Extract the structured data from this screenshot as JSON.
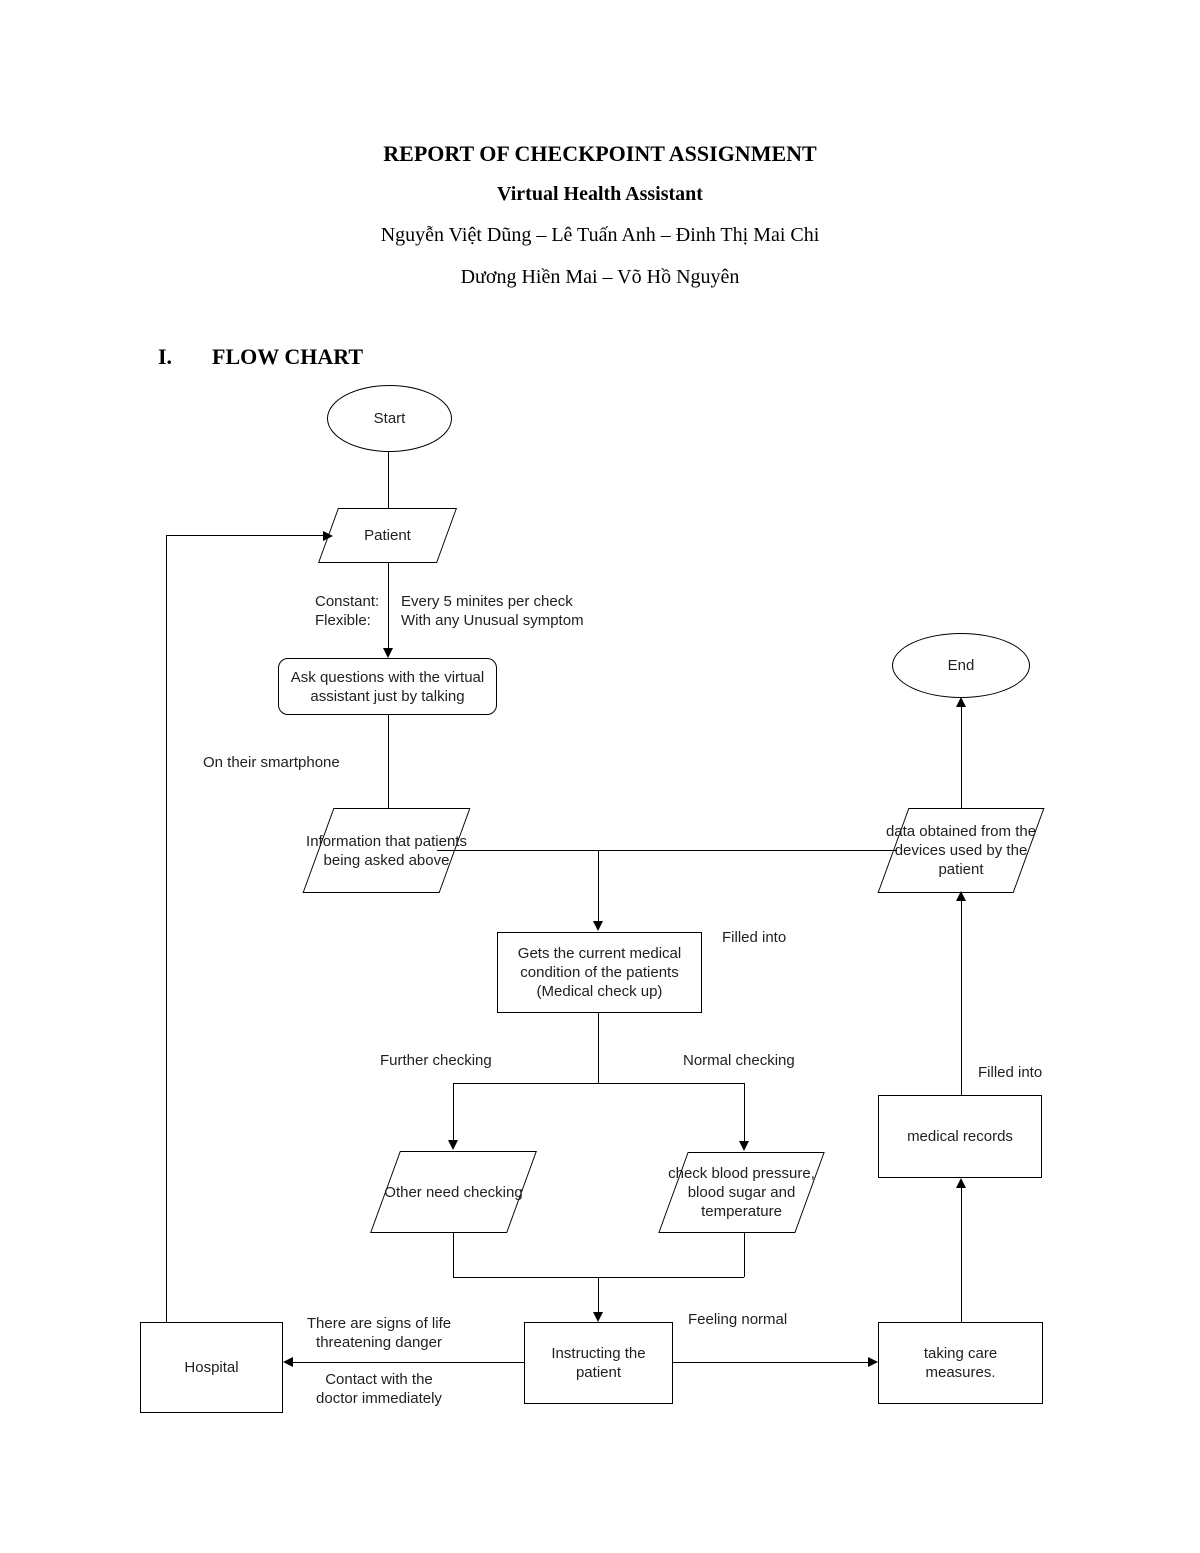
{
  "page": {
    "title": "REPORT OF CHECKPOINT ASSIGNMENT",
    "subtitle": "Virtual Health Assistant",
    "authors_line1": "Nguyễn Việt Dũng – Lê Tuấn Anh – Đinh Thị Mai Chi",
    "authors_line2": "Dương Hiền Mai – Võ Hồ Nguyên",
    "section_number": "I.",
    "section_title": "FLOW CHART"
  },
  "colors": {
    "background": "#ffffff",
    "shape_stroke": "#000000",
    "shape_fill": "#ffffff",
    "text": "#1f1f1f"
  },
  "flowchart": {
    "nodes": {
      "start": "Start",
      "patient": "Patient",
      "ask_questions": "Ask questions with the virtual assistant just by talking",
      "information": "Information that patients being asked above",
      "gets_condition": "Gets the current medical condition of the patients (Medical check up)",
      "other_checking": "Other need checking",
      "check_blood": "check blood pressure, blood sugar and temperature",
      "hospital": "Hospital",
      "instructing": "Instructing the patient",
      "taking_care": "taking care measures.",
      "medical_records": "medical records",
      "data_obtained": "data obtained from the devices used by the patient",
      "end": "End"
    },
    "labels": {
      "constant": "Constant:",
      "constant_value": "Every 5 minites per check",
      "flexible": "Flexible:",
      "flexible_value": "With any Unusual symptom",
      "on_smartphone": "On their smartphone",
      "filled_into_top": "Filled into",
      "further_checking": "Further checking",
      "normal_checking": "Normal checking",
      "filled_into_right": "Filled into",
      "signs_danger": "There are signs of life threatening danger",
      "contact_doctor": "Contact with the doctor immediately",
      "feeling_normal": "Feeling normal"
    }
  }
}
